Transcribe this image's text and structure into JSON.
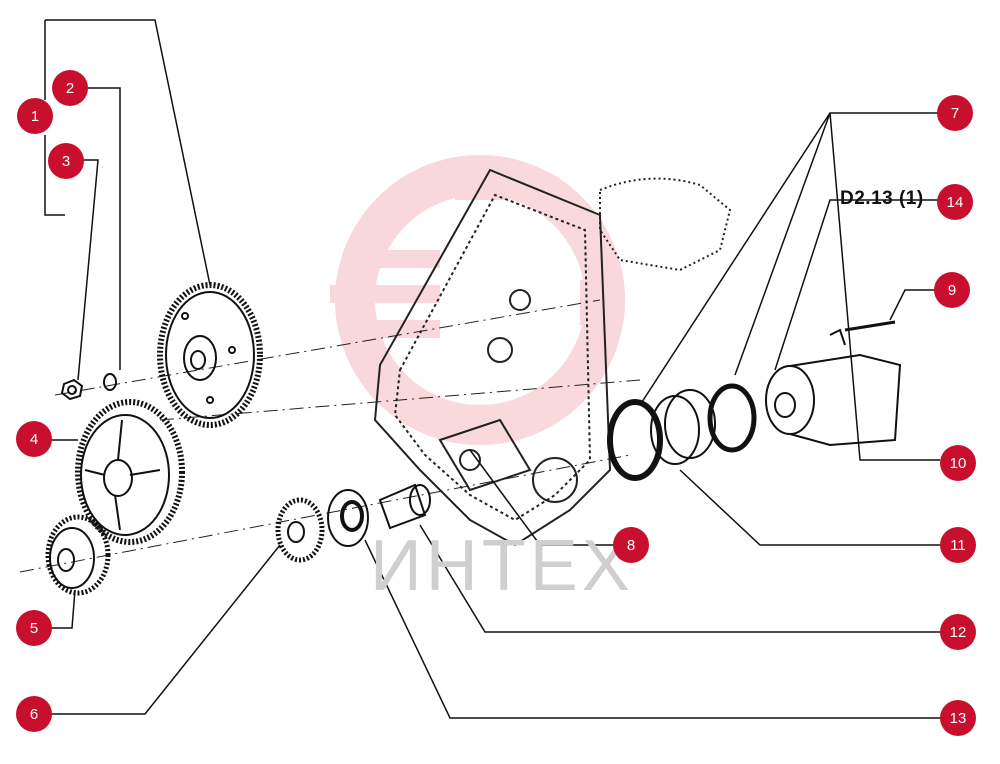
{
  "diagram": {
    "reference_code": "D2.13 (1)",
    "watermark_text": "ИНТЕХ",
    "callouts": [
      "1",
      "2",
      "3",
      "4",
      "5",
      "6",
      "7",
      "8",
      "9",
      "10",
      "11",
      "12",
      "13",
      "14"
    ]
  },
  "colors": {
    "callout_fill": "#c8102e",
    "callout_text": "#ffffff",
    "line": "#1a1a1a",
    "watermark": "#f4b9c0"
  }
}
